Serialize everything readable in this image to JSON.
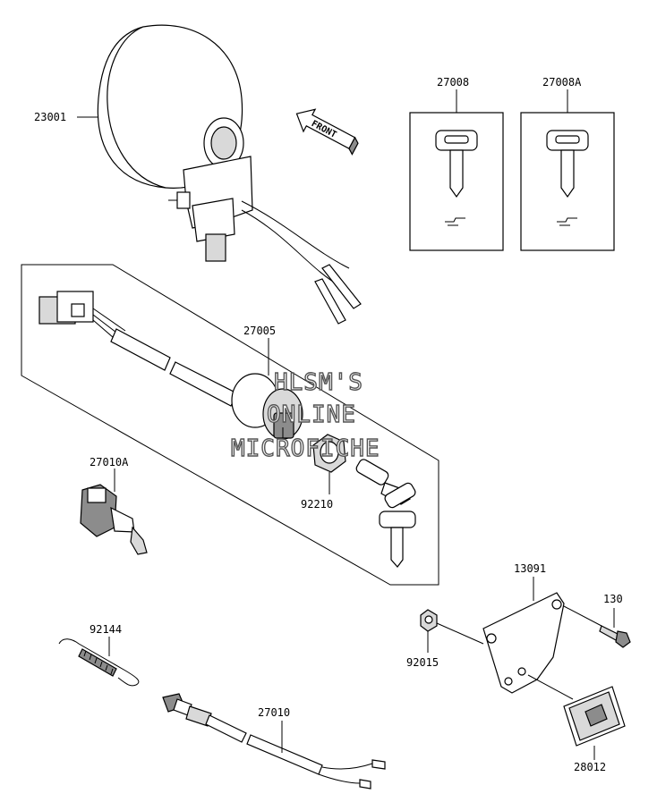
{
  "watermark": {
    "line1": "HLSM'S",
    "line2": "ONLINE",
    "line3": "MICROFICHE"
  },
  "front_arrow": {
    "label": "FRONT"
  },
  "parts": {
    "p23001": "23001",
    "p27008": "27008",
    "p27008A": "27008A",
    "p27005": "27005",
    "p27010A": "27010A",
    "p92210": "92210",
    "p13091": "13091",
    "p130": "130",
    "p92015": "92015",
    "p92144": "92144",
    "p27010": "27010",
    "p28012": "28012"
  }
}
